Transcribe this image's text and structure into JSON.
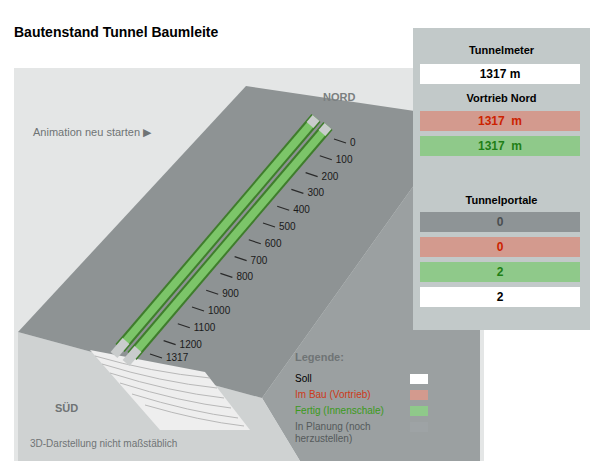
{
  "diagram": {
    "title": "Bautenstand Tunnel Baumleite",
    "nodes": [
      {
        "text": [
          "Tunnelmeter",
          "Vortrieb Nord",
          "Tunnelportale"
        ]
      },
      {
        "text": [
          "1317 m"
        ],
        "in": 0
      },
      {
        "text": [
          "1317  m"
        ],
        "in": 0
      },
      {
        "text": [
          "1317  m"
        ],
        "in": 0
      },
      {
        "text": [
          "0"
        ],
        "in": 0
      },
      {
        "text": [
          "0"
        ],
        "in": 0
      },
      {
        "text": [
          "2"
        ],
        "in": 0
      },
      {
        "text": [
          "2"
        ],
        "in": 0
      }
    ],
    "labels": [
      "NORD",
      "Animation neu starten ▶",
      "0",
      "100",
      "200",
      "300",
      "400",
      "500",
      "600",
      "700",
      "800",
      "900",
      "1000",
      "1100",
      "1200",
      "1317",
      "SÜD",
      "3D-Darstellung nicht maßstäblich",
      "Legende:"
    ],
    "legend": [
      {
        "text": "Soll",
        "color": "#ffffff"
      },
      {
        "text": "Im Bau (Vortrieb)",
        "color": "#d39a8e"
      },
      {
        "text": "Fertig (Innenschale)",
        "color": "#8fc98a"
      },
      {
        "text": "In Planung (noch herzustellen)",
        "color": "#9ea3a5"
      }
    ]
  }
}
